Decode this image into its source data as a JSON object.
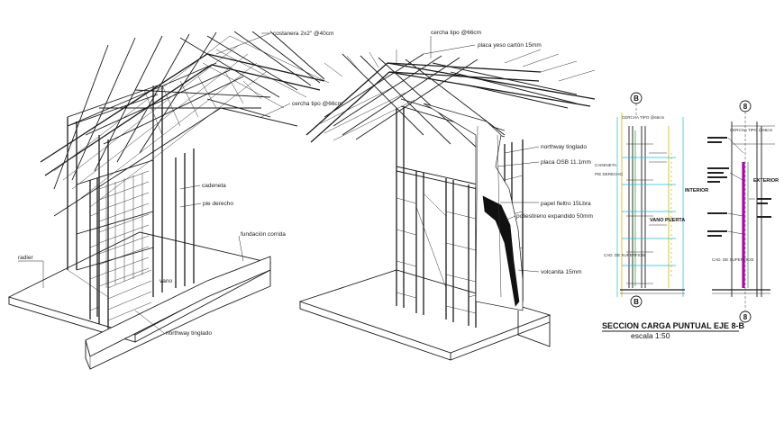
{
  "left_drawing": {
    "labels": {
      "costanera": "costanera 2x2\" @40cm",
      "cercha": "cercha tipo @66cm",
      "cadeneta": "cadeneta",
      "pie_derecho": "pie derecho",
      "fundacion": "fundación corrida",
      "radier": "radier",
      "vano": "vano",
      "northway": "northway tinglado"
    }
  },
  "middle_drawing": {
    "labels": {
      "cercha": "cercha tipo @66cm",
      "placa_yeso": "placa yeso cartón 15mm",
      "northway": "northway tinglado",
      "placa_osb": "placa OSB 11.1mm",
      "papel_fieltro": "papel fieltro 15Lbra",
      "poliestireno": "poliestireno expandido 50mm",
      "volcanita": "volcanita 15mm"
    }
  },
  "section_drawing": {
    "title": "SECCION CARGA PUNTUAL  EJE  8-B",
    "scale": "escala 1:50",
    "axis_b": "B",
    "axis_8": "8",
    "interior": "INTERIOR",
    "exterior": "EXTERIOR",
    "vano_puerta": "VANO PUERTA",
    "small_notes": {
      "cercha_top_b": "CERCHA TIPO @66cm",
      "cercha_top_8": "CERCHA TIPO @66cm",
      "sobrecimiento_b": "CADENETA",
      "pie_derecho_b": "PIE DERECHO",
      "fund_b": "CAD. DE SUPERFICIE",
      "fund_8": "CAD. DE SUPERFICIE"
    }
  }
}
